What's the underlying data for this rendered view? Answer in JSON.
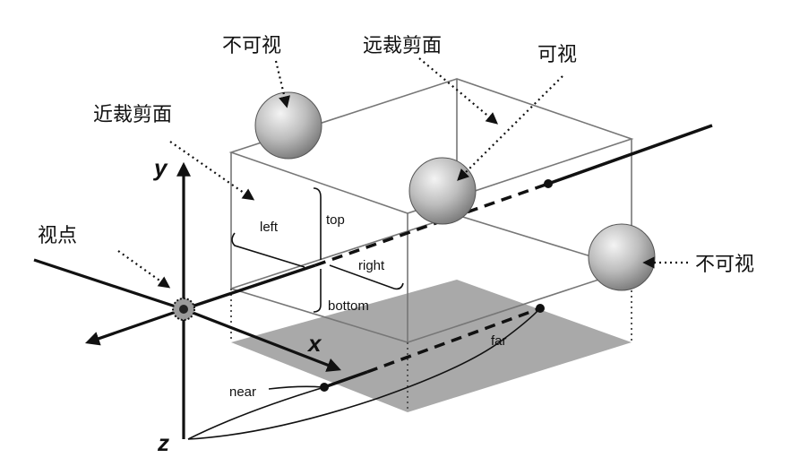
{
  "labels": {
    "invisible_top": "不可视",
    "far_plane": "远裁剪面",
    "visible": "可视",
    "near_plane": "近裁剪面",
    "viewpoint": "视点",
    "invisible_right": "不可视",
    "axis_y": "y",
    "axis_x": "x",
    "axis_z": "z",
    "left": "left",
    "top": "top",
    "right": "right",
    "bottom": "bottom",
    "near": "near",
    "far": "far"
  },
  "colors": {
    "floor": "#a9a9a9",
    "sphere_light": "#f2f2f2",
    "sphere_dark": "#8a8a8a",
    "ink": "#111111"
  }
}
